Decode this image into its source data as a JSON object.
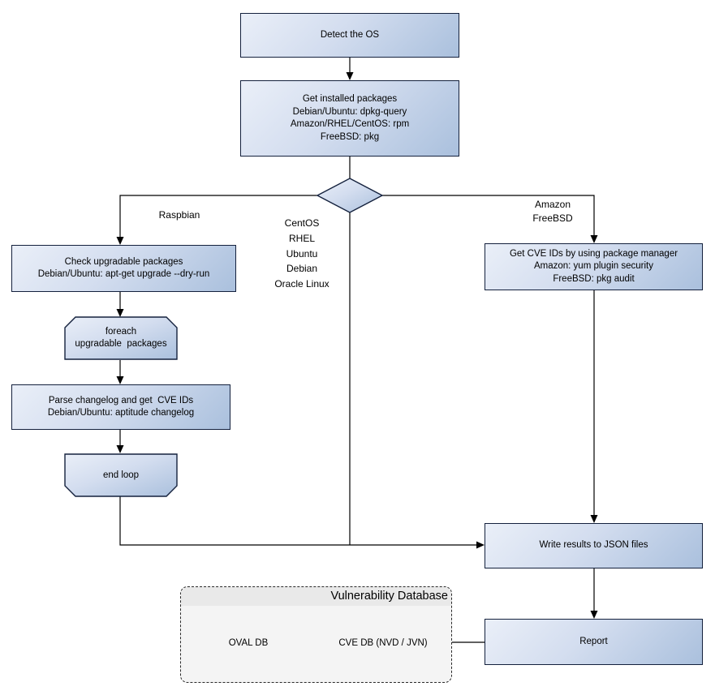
{
  "nodes": {
    "detect_os": {
      "label": "Detect the OS"
    },
    "get_packages": {
      "label": "Get installed packages\nDebian/Ubuntu: dpkg-query\nAmazon/RHEL/CentOS: rpm\nFreeBSD: pkg"
    },
    "check_upgradable": {
      "label": "Check upgradable packages\nDebian/Ubuntu: apt-get upgrade --dry-run"
    },
    "foreach_loop": {
      "label": "foreach\nupgradable  packages"
    },
    "parse_changelog": {
      "label": "Parse changelog and get  CVE IDs\nDebian/Ubuntu: aptitude changelog"
    },
    "end_loop": {
      "label": "end loop"
    },
    "get_cve_ids": {
      "label": "Get CVE IDs by using package manager\nAmazon: yum plugin security\nFreeBSD: pkg audit"
    },
    "write_results": {
      "label": "Write results to JSON files"
    },
    "report": {
      "label": "Report"
    }
  },
  "branch_labels": {
    "raspbian": "Raspbian",
    "os_list": "CentOS\nRHEL\nUbuntu\nDebian\nOracle Linux",
    "amazon_freebsd": "Amazon\nFreeBSD"
  },
  "database": {
    "title": "Vulnerability Database",
    "cylinders": [
      {
        "label": "OVAL DB"
      },
      {
        "label": "CVE DB (NVD / JVN)"
      }
    ]
  },
  "colors": {
    "node_fill_light": "#eaeff8",
    "node_fill_dark": "#aac0dd",
    "node_border": "#14213d",
    "line": "#000000",
    "db_container_fill": "#f4f4f4",
    "db_title_band": "#e9e9e9",
    "text": "#000000",
    "background": "#ffffff"
  }
}
